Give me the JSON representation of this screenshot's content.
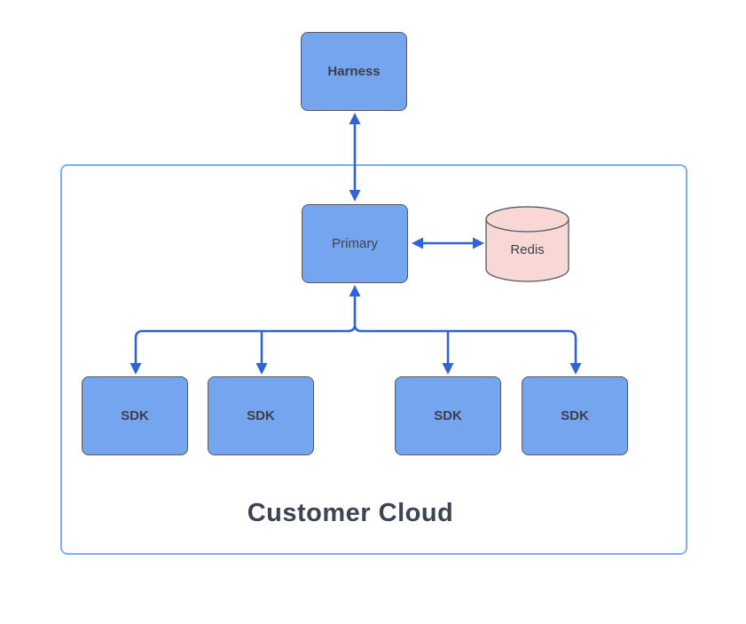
{
  "diagram": {
    "type": "architecture-diagram",
    "container": {
      "label": "Customer Cloud"
    },
    "nodes": {
      "harness": {
        "label": "Harness",
        "shape": "rectangle"
      },
      "primary": {
        "label": "Primary",
        "shape": "rectangle"
      },
      "redis": {
        "label": "Redis",
        "shape": "cylinder"
      },
      "sdk_labels": [
        "SDK",
        "SDK",
        "SDK",
        "SDK"
      ]
    },
    "edges": [
      {
        "from": "harness",
        "to": "primary",
        "style": "double-arrow"
      },
      {
        "from": "primary",
        "to": "redis",
        "style": "double-arrow"
      },
      {
        "from": "primary",
        "to": "sdk-1",
        "style": "tree-branch-arrow"
      },
      {
        "from": "primary",
        "to": "sdk-2",
        "style": "tree-branch-arrow"
      },
      {
        "from": "primary",
        "to": "sdk-3",
        "style": "tree-branch-arrow"
      },
      {
        "from": "primary",
        "to": "sdk-4",
        "style": "tree-branch-arrow"
      }
    ],
    "colors": {
      "connector": "#2f64d8",
      "node_fill": "#76a5f0",
      "node_border": "#56585e",
      "redis_fill": "#f8d7d5",
      "redis_border": "#4e5a66",
      "container_border": "#7fadf3",
      "label_text": "#3d424c"
    }
  }
}
